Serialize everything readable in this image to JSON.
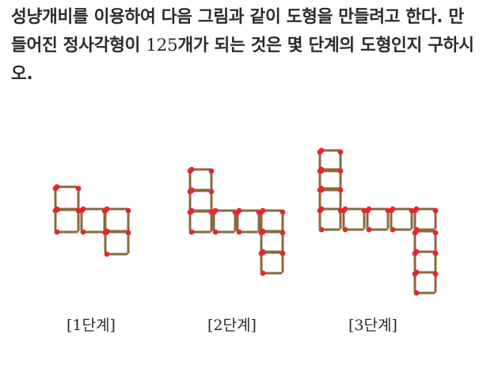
{
  "question": {
    "part1": "성냥개비를 이용하여 다음 그림과 같이 도형을 만들려고 한다. 만들어진 정사각형이 ",
    "number": "125",
    "part2": "개가 되는 것은 몇 단계의 도형인지 구하시오."
  },
  "figures": [
    {
      "caption": "[1단계]"
    },
    {
      "caption": "[2단계]"
    },
    {
      "caption": "[3단계]"
    }
  ],
  "colors": {
    "stick": "#8a6a3c",
    "head": "#e8242f",
    "text": "#2b2b2b"
  }
}
